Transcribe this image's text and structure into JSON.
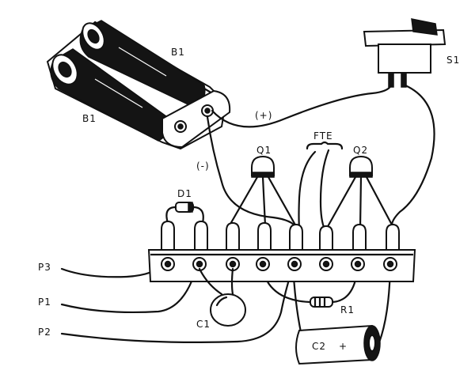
{
  "labels": {
    "battery_top": "B1",
    "battery_left": "B1",
    "switch": "S1",
    "positive": "(+)",
    "negative": "(-)",
    "fte": "FTE",
    "q1": "Q1",
    "q2": "Q2",
    "d1": "D1",
    "p3": "P3",
    "p1": "P1",
    "p2": "P2",
    "c1": "C1",
    "r1": "R1",
    "c2": "C2",
    "c2_plus": "+"
  }
}
